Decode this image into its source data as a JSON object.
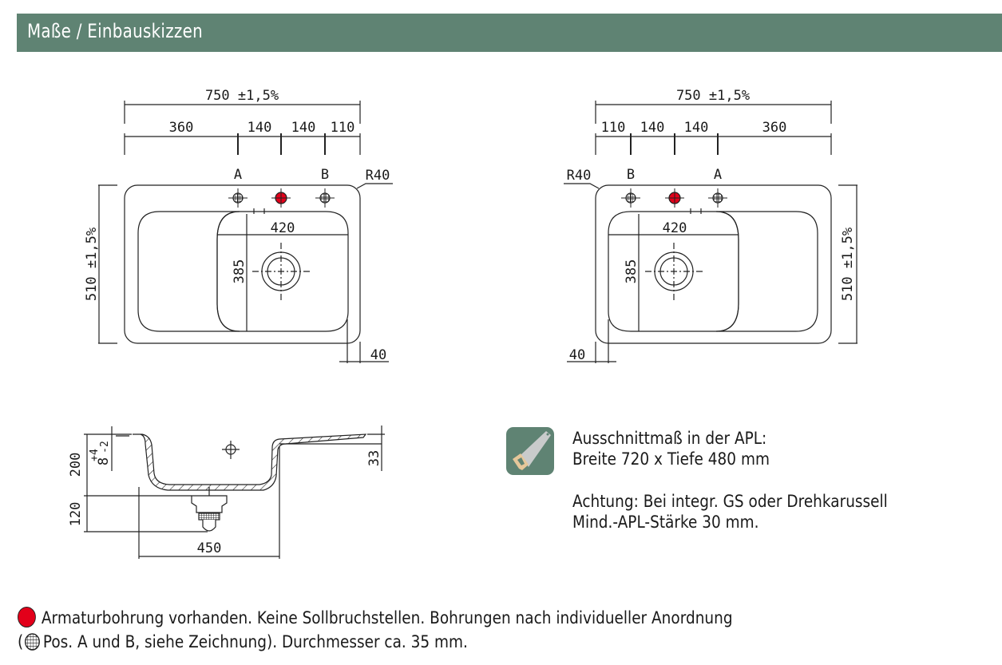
{
  "header": {
    "title": "Maße / Einbauskizzen"
  },
  "drawing_left": {
    "total_width": "750 ±1,5%",
    "segments": [
      "360",
      "140",
      "140",
      "110"
    ],
    "label_a": "A",
    "label_b": "B",
    "radius": "R40",
    "bowl_width": "420",
    "bowl_depth": "385",
    "total_depth": "510 ±1,5%",
    "edge_offset": "40"
  },
  "drawing_right": {
    "total_width": "750 ±1,5%",
    "segments": [
      "110",
      "140",
      "140",
      "360"
    ],
    "label_a": "A",
    "label_b": "B",
    "radius": "R40",
    "bowl_width": "420",
    "bowl_depth": "385",
    "total_depth": "510 ±1,5%",
    "edge_offset": "40"
  },
  "section": {
    "height": "200",
    "tolerance_plus": "+4",
    "tolerance_minus": "-2",
    "tolerance_base": "8",
    "drain_height": "120",
    "bowl_width": "450",
    "drainboard_height": "33"
  },
  "notes": {
    "cutout_line1": "Ausschnittmaß in der APL:",
    "cutout_line2": "Breite 720 x Tiefe 480 mm",
    "warning_line1": "Achtung: Bei integr. GS oder Drehkarussell",
    "warning_line2": "Mind.-APL-Stärke 30 mm."
  },
  "legend": {
    "line1": "Armaturbohrung vorhanden. Keine Sollbruchstellen. Bohrungen nach individueller Anordnung",
    "line2_prefix": "(",
    "line2": "Pos. A und B, siehe Zeichnung). Durchmesser ca. 35 mm."
  },
  "colors": {
    "header_bg": "#5f8373",
    "tap_hole": "#e2001a",
    "icon_bg": "#5f8373"
  }
}
